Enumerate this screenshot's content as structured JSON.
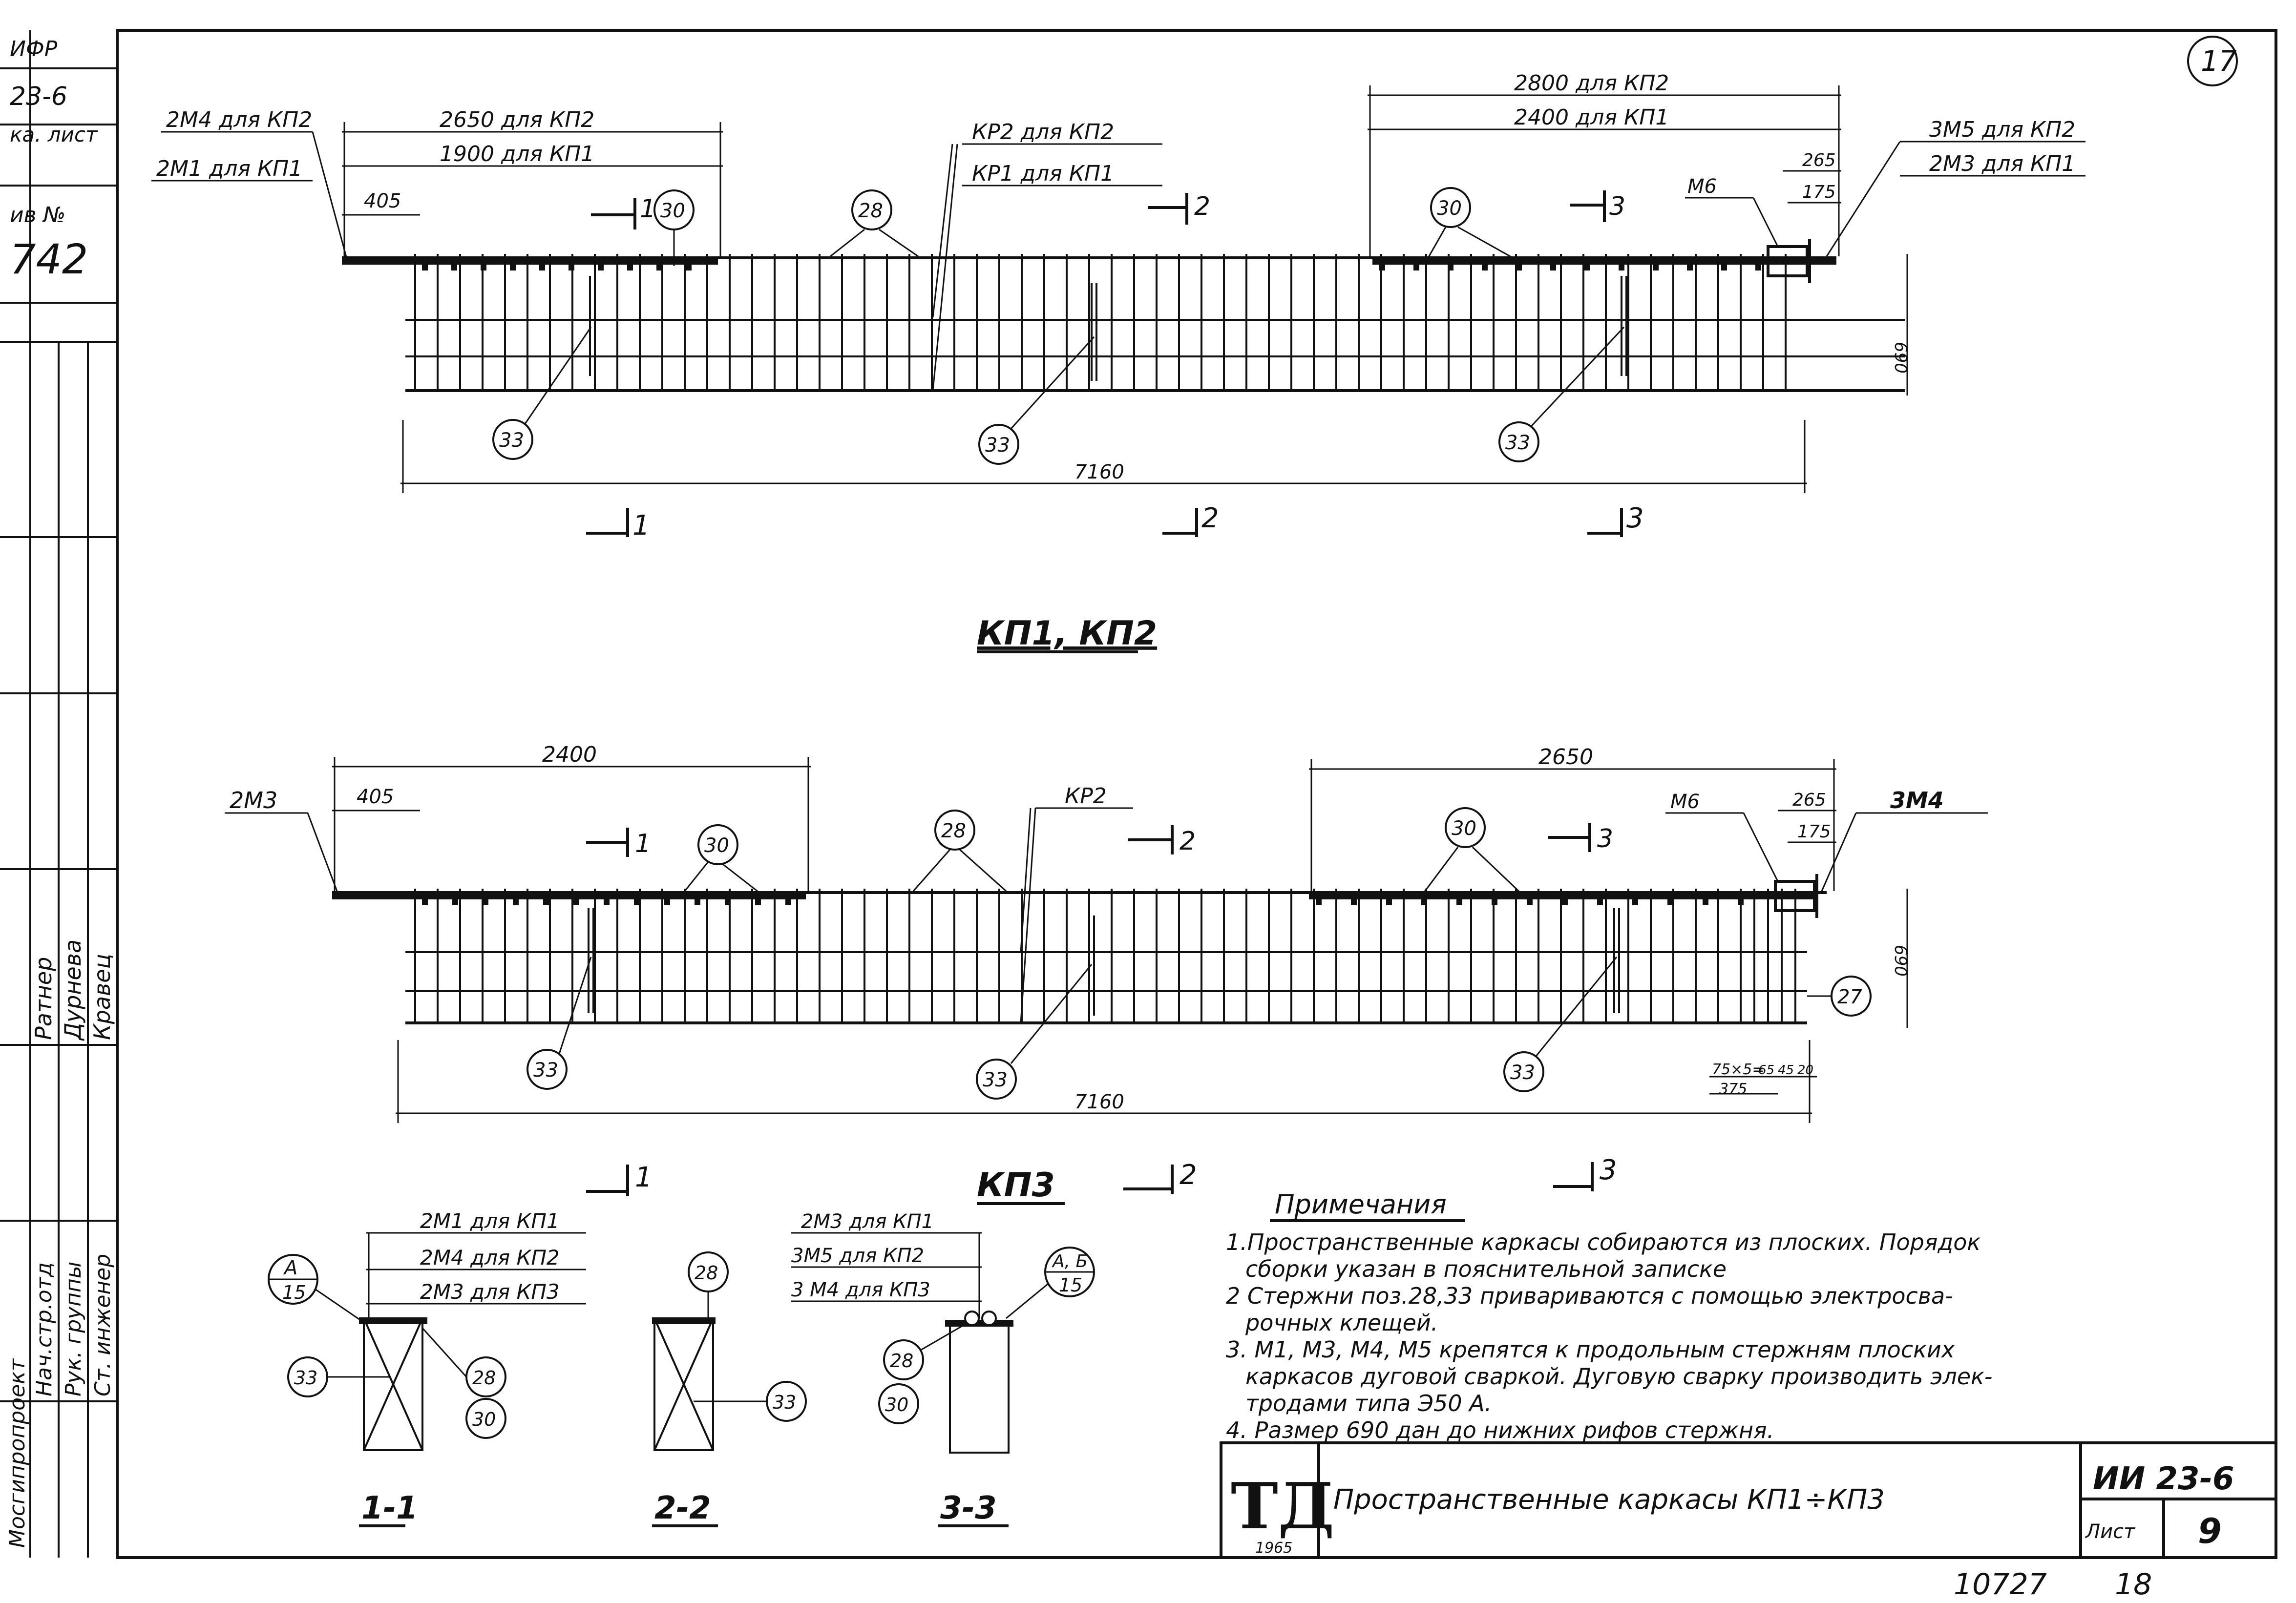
{
  "sheet_badge": "17",
  "left_stamp": {
    "top_cut": [
      "ИФР",
      "23-6",
      "ка. лист",
      "ив №",
      "742"
    ],
    "roles": [
      "Нач.стр.отд",
      "Рук. группы",
      "Ст. инженер"
    ],
    "names": [
      "Ратнер",
      "Дурнева",
      "Кравец"
    ],
    "org": "Мосгипропроект"
  },
  "kp12": {
    "title": "КП1, КП2",
    "dims": {
      "top_left_a": "2650 для КП2",
      "top_left_b": "1900 для КП1",
      "left_short": "405",
      "top_right_a": "2800 для КП2",
      "top_right_b": "2400 для КП1",
      "right_265": "265",
      "right_175": "175",
      "height": "690",
      "length": "7160"
    },
    "labels": {
      "left_a": "2М4 для КП2",
      "left_b": "2М1 для КП1",
      "mid_a": "КР2 для КП2",
      "mid_b": "КР1 для КП1",
      "right_a": "3М5 для КП2",
      "right_b": "2М3 для КП1",
      "m6": "М6"
    },
    "sections": [
      "1",
      "2",
      "3"
    ],
    "bubbles": {
      "b30": "30",
      "b28": "28",
      "b33": "33"
    }
  },
  "kp3": {
    "title": "КП3",
    "dims": {
      "left": "2400",
      "left_short": "405",
      "right": "2650",
      "right_265": "265",
      "right_175": "175",
      "height": "690",
      "length": "7160",
      "spacing": "75×5=",
      "spacing_total": "375",
      "small_a": "65",
      "small_b": "45",
      "small_c": "20"
    },
    "labels": {
      "left": "2М3",
      "mid": "КР2",
      "right": "3М4",
      "m6": "М6"
    },
    "sections": [
      "1",
      "2",
      "3"
    ],
    "bubbles": {
      "b30": "30",
      "b28": "28",
      "b33": "33",
      "b27": "27"
    }
  },
  "sections_detail": {
    "s11": {
      "title": "1-1",
      "labels": [
        "2М1 для КП1",
        "2М4 для КП2",
        "2М3 для КП3"
      ],
      "node_top": "А",
      "node_bottom": "15",
      "bubbles": [
        "33",
        "28",
        "30"
      ]
    },
    "s22": {
      "title": "2-2",
      "bubbles": [
        "28",
        "33"
      ]
    },
    "s33": {
      "title": "3-3",
      "labels": [
        "2М3 для КП1",
        "3М5 для КП2",
        "3 М4 для КП3"
      ],
      "node_top": "А, Б",
      "node_bottom": "15",
      "bubbles": [
        "28",
        "30"
      ]
    }
  },
  "notes": {
    "heading": "Примечания",
    "lines": [
      "1.Пространственные каркасы собираются из плоских. Порядок",
      "сборки указан в пояснительной записке",
      "2 Стержни поз.28,33 привариваются с помощью электросва-",
      "рочных клещей.",
      "3. М1, М3, М4, М5 крепятся к продольным стержням плоских",
      "каркасов дуговой сваркой. Дуговую сварку производить элек-",
      "тродами типа Э50 А.",
      "4. Размер 690 дан до нижних рифов стержня."
    ]
  },
  "title_block": {
    "logo": "ТД",
    "year": "1965",
    "title": "Пространственные каркасы КП1÷КП3",
    "code": "ИИ 23-6",
    "sheet_label": "Лист",
    "sheet_no": "9"
  },
  "footer": {
    "num_a": "10727",
    "num_b": "18"
  }
}
